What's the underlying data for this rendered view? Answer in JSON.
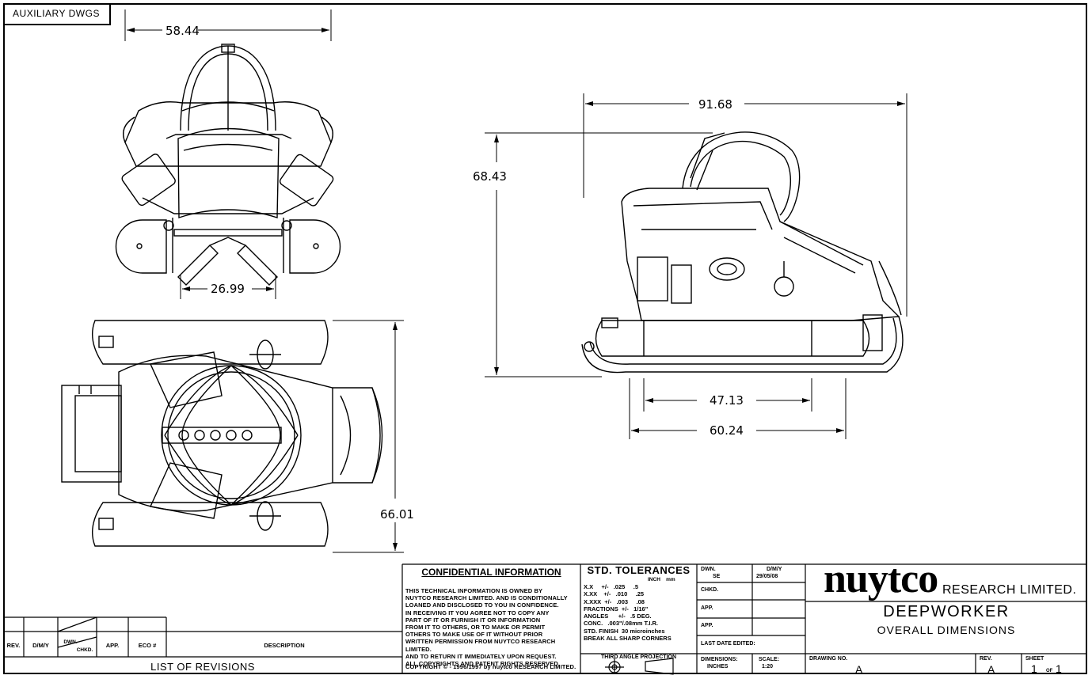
{
  "corner_tag": "AUXILIARY DWGS",
  "dimensions": {
    "front_width": "58.44",
    "front_base": "26.99",
    "side_length": "91.68",
    "side_height": "68.43",
    "side_inner": "47.13",
    "side_outer": "60.24",
    "top_width": "66.01"
  },
  "revisions": {
    "headers": [
      "REV.",
      "D/M/Y",
      "DWN.",
      "CHKD.",
      "APP.",
      "ECO #",
      "DESCRIPTION"
    ],
    "footer": "LIST OF REVISIONS"
  },
  "confidential": {
    "title": "CONFIDENTIAL INFORMATION",
    "lines": [
      "THIS TECHNICAL INFORMATION IS OWNED BY",
      "NUYTCO RESEARCH LIMITED. AND IS CONDITIONALLY",
      "LOANED AND DISCLOSED TO YOU IN CONFIDENCE.",
      "IN RECEIVING IT YOU AGREE NOT TO COPY ANY",
      "PART OF IT OR FURNISH IT OR INFORMATION",
      "FROM IT TO OTHERS, OR TO MAKE OR PERMIT",
      "OTHERS TO MAKE USE OF IT WITHOUT PRIOR",
      "WRITTEN PERMISSION FROM NUYTCO RESEARCH LIMITED.",
      "AND TO RETURN IT IMMEDIATELY UPON REQUEST.",
      "ALL COPYRIGHTS AND PATENT RIGHTS RESERVED."
    ],
    "copyright": "COPYRIGHT © - 1996/1997 by nuytco RESEARCH LIMITED."
  },
  "tolerances": {
    "title": "STD. TOLERANCES",
    "units": "INCH    mm",
    "rows": [
      "X.X     +/-   .025     .5",
      "X.XX    +/-   .010     .25",
      "X.XXX  +/-   .003     .08",
      "FRACTIONS  +/-   1/16\"",
      "ANGLES      +/-   .5 DEG.",
      "CONC.   .003\"/.08mm T.I.R.",
      "STD. FINISH  30 microinches",
      "BREAK ALL SHARP CORNERS"
    ],
    "projection": "THIRD ANGLE PROJECTION"
  },
  "approvals": {
    "dwn_label": "DWN.",
    "dwn_value": "SE",
    "date_label": "D/M/Y",
    "date_value": "29/05/08",
    "chkd": "CHKD.",
    "app1": "APP.",
    "app2": "APP.",
    "last_edited": "LAST DATE EDITED:",
    "dims_label": "DIMENSIONS:",
    "dims_value": "INCHES",
    "scale_label": "SCALE:",
    "scale_value": "1:20"
  },
  "company": {
    "logo": "nuytco",
    "research": "RESEARCH LIMITED.",
    "product": "DEEPWORKER",
    "subtitle": "OVERALL DIMENSIONS",
    "drawing_no_label": "DRAWING NO.",
    "drawing_no": "A",
    "rev_label": "REV.",
    "rev": "A",
    "sheet_label": "SHEET",
    "sheet": "1",
    "of": "OF",
    "sheet_total": "1"
  }
}
